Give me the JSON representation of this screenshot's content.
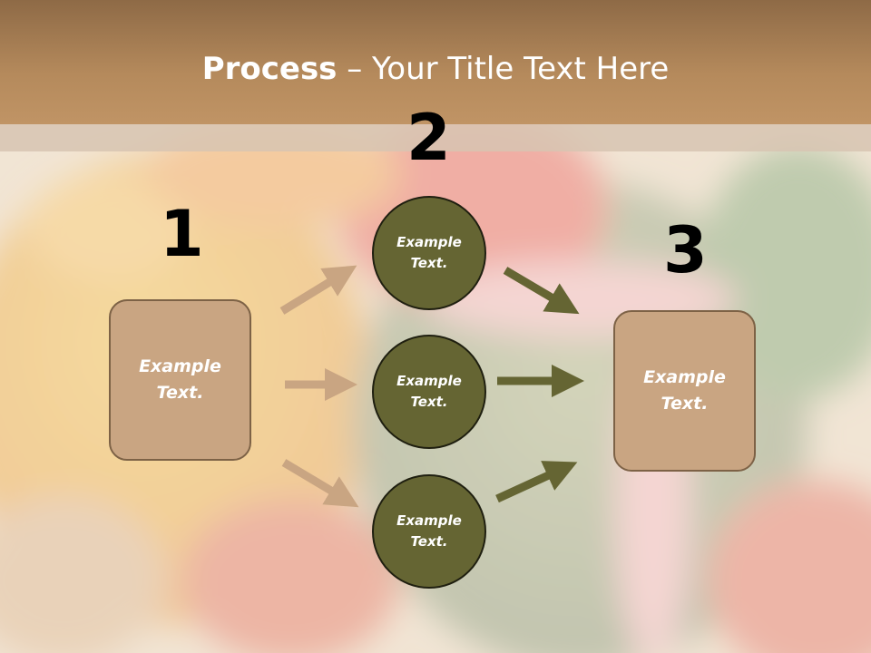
{
  "title": {
    "bold": "Process",
    "rest": " – Your Title Text Here"
  },
  "steps": [
    {
      "number": "1"
    },
    {
      "number": "2"
    },
    {
      "number": "3"
    }
  ],
  "boxes": [
    {
      "text": "Example\nText."
    },
    {
      "text": "Example\nText."
    }
  ],
  "circles": [
    {
      "text": "Example\nText."
    },
    {
      "text": "Example\nText."
    },
    {
      "text": "Example\nText."
    }
  ],
  "colors": {
    "header": "#b58a5c",
    "box_fill": "#c9a582",
    "box_border": "#7d6246",
    "circle_fill": "#656533",
    "circle_border": "#1f1f10",
    "arrow_tan": "#c9a582",
    "arrow_olive": "#656533"
  }
}
